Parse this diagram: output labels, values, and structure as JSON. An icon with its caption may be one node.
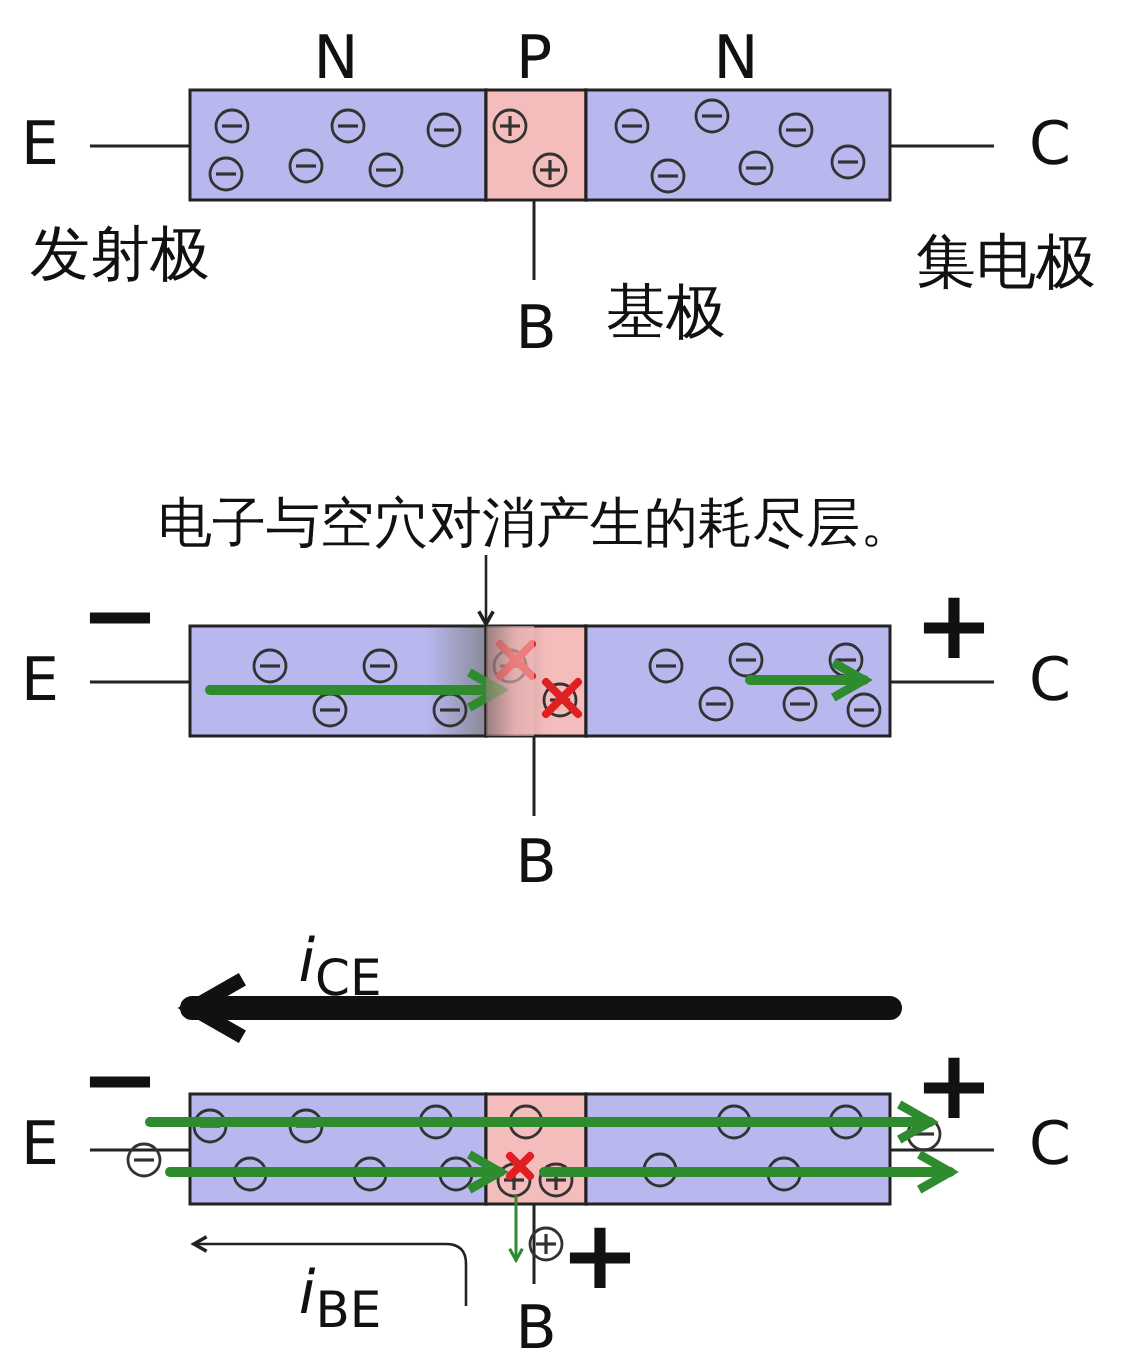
{
  "diagram": {
    "nodes": [
      {
        "text": [
          "电子与空穴对消产生的耗尽层。"
        ]
      },
      {
        "text": [],
        "shape": "bar"
      }
    ],
    "edges": [
      {
        "from": 0,
        "to": 1,
        "arrow": "to"
      }
    ],
    "labels": [
      "N",
      "P",
      "N",
      "E",
      "C",
      "发射极",
      "B",
      "基极",
      "集电极",
      "−",
      "+",
      "E",
      "C",
      "B",
      "*i*$_{CE}$",
      "−",
      "+",
      "E",
      "C",
      "+",
      "*i*$_{BE}$",
      "B"
    ]
  }
}
